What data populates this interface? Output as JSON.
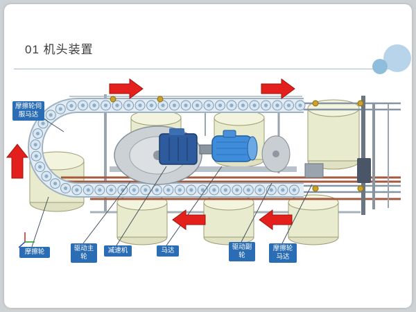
{
  "slide": {
    "number_and_title": "01 机头装置"
  },
  "diagram": {
    "labels": {
      "servo_motor": "摩擦轮伺服马达",
      "friction_wheel": "摩擦轮",
      "drive_main_wheel": "驱动主轮",
      "reducer": "减速机",
      "motor": "马达",
      "drive_sub_wheel": "驱动副轮",
      "friction_wheel_motor": "摩擦轮马达"
    },
    "arrows": [
      {
        "direction": "right",
        "position": "top-left"
      },
      {
        "direction": "right",
        "position": "top-right"
      },
      {
        "direction": "up",
        "position": "left"
      },
      {
        "direction": "left",
        "position": "bottom-middle"
      },
      {
        "direction": "left",
        "position": "bottom-right"
      }
    ]
  },
  "colors": {
    "label_background": "#2a6db5",
    "arrow_red": "#e3201b",
    "decor_circle": "#b7d4eb"
  }
}
